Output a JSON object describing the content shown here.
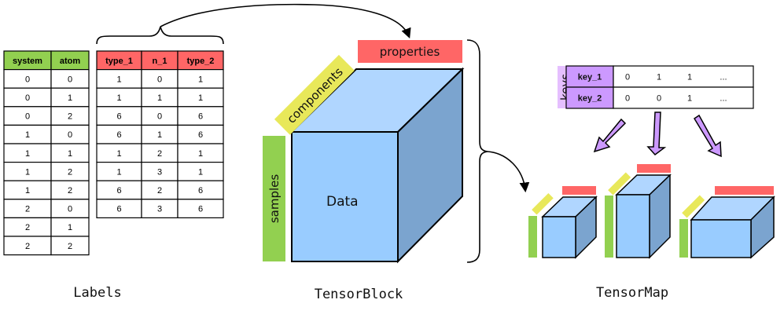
{
  "colors": {
    "samples_green": "#92d050",
    "properties_red": "#ff6666",
    "components_yellow": "#e8e85a",
    "keys_purple": "#cc99ff",
    "keys_label_bg": "#e5bfff",
    "cube_front": "#99ccff",
    "cube_top": "#b0d6ff",
    "cube_side": "#7ba4cf"
  },
  "labels_section": {
    "caption": "Labels",
    "samples_table": {
      "headers": [
        "system",
        "atom"
      ],
      "rows": [
        [
          "0",
          "0"
        ],
        [
          "0",
          "1"
        ],
        [
          "0",
          "2"
        ],
        [
          "1",
          "0"
        ],
        [
          "1",
          "1"
        ],
        [
          "1",
          "2"
        ],
        [
          "1",
          "2"
        ],
        [
          "2",
          "0"
        ],
        [
          "2",
          "1"
        ],
        [
          "2",
          "2"
        ]
      ]
    },
    "properties_table": {
      "headers": [
        "type_1",
        "n_1",
        "type_2"
      ],
      "rows": [
        [
          "1",
          "0",
          "1"
        ],
        [
          "1",
          "1",
          "1"
        ],
        [
          "6",
          "0",
          "6"
        ],
        [
          "6",
          "1",
          "6"
        ],
        [
          "1",
          "2",
          "1"
        ],
        [
          "1",
          "3",
          "1"
        ],
        [
          "6",
          "2",
          "6"
        ],
        [
          "6",
          "3",
          "6"
        ]
      ]
    }
  },
  "tensorblock_section": {
    "caption": "TensorBlock",
    "properties_label": "properties",
    "components_label": "components",
    "samples_label": "samples",
    "data_label": "Data"
  },
  "tensormap_section": {
    "caption": "TensorMap",
    "keys_label": "keys",
    "keys_table": {
      "rows": [
        {
          "name": "key_1",
          "values": [
            "0",
            "1",
            "1",
            "..."
          ]
        },
        {
          "name": "key_2",
          "values": [
            "0",
            "0",
            "1",
            "..."
          ]
        }
      ]
    },
    "block_count_shown": 3
  }
}
